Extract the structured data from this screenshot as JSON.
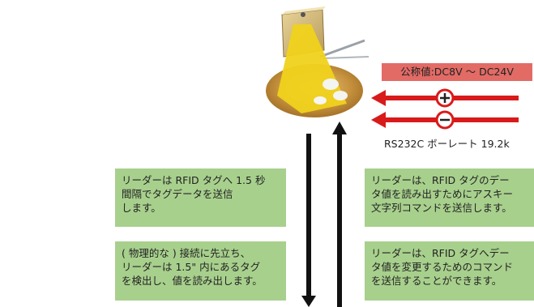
{
  "power": {
    "rating": "公称値:DC8V 〜 DC24V",
    "baud": "RS232C ボーレート 19.2k",
    "positive_symbol": "+",
    "negative_symbol": "−"
  },
  "notes": {
    "top_left": "リーダーは RFID タグへ 1.5 秒\n間隔でタグデータを送信\nします。",
    "bottom_left": "( 物理的な ) 接続に先立ち、\nリーダーは 1.5\" 内にあるタグ\nを検出し、値を読み出します。",
    "top_right": "リーダーは、RFID タグのデー\nタ値を読み出すためにアスキー\n文字列コマンドを送信します。",
    "bottom_right": "リーダーは、RFID タグへデー\nタ値を変更するためのコマンド\nを送信することができます。"
  },
  "colors": {
    "note_bg": "#a8d08d",
    "power_label_bg": "#e26b66",
    "arrow_red": "#d91a1a",
    "arrow_black": "#111111",
    "reader_yellow": "#f0d21c"
  },
  "icons": [
    "rfid-reader-device",
    "plus-terminal-icon",
    "minus-terminal-icon"
  ]
}
